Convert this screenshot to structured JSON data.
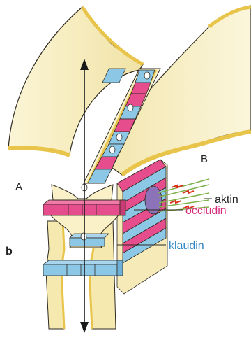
{
  "figure": {
    "panel_label": "b",
    "cell_a_label": "A",
    "cell_b_label": "B",
    "labels": {
      "actin": "aktin",
      "occludin": "occludin",
      "claudin": "klaudin"
    },
    "colors": {
      "membrane_fill": "#f8f0c4",
      "membrane_edge": "#e8c44a",
      "membrane_outline": "#2e2a20",
      "occludin": "#e64d8c",
      "claudin": "#8cc7e6",
      "actin_line": "#7fb04a",
      "actin_marker": "#d9301e",
      "anchor_protein": "#8c72b8",
      "occludin_text": "#d62a7a",
      "claudin_text": "#2f86c4"
    }
  }
}
